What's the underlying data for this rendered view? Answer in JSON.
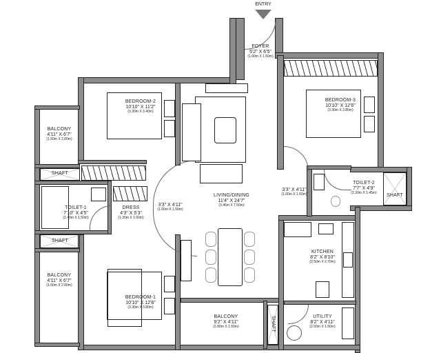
{
  "entry": {
    "label": "ENTRY"
  },
  "rooms": {
    "foyer": {
      "name": "FOYER",
      "dim": "5'2\" X 6'5\"",
      "metric": "(1.60m X 1.50m)"
    },
    "bedroom2": {
      "name": "BEDROOM-2",
      "dim": "10'10\" X 11'2\"",
      "metric": "(3.30m X 3.40m)"
    },
    "bedroom3": {
      "name": "BEDROOM-3",
      "dim": "10'10\" X 12'6\"",
      "metric": "(3.30m X 3.80m)"
    },
    "balcony_top": {
      "name": "BALCONY",
      "dim": "4'11\" X 6'7\"",
      "metric": "(1.50m X 2.00m)"
    },
    "shaft_1": {
      "name": "SHAFT"
    },
    "toilet1": {
      "name": "TOILET-1",
      "dim": "7'10\" X 4'5\"",
      "metric": "(2.40m X 1.50m)"
    },
    "dress": {
      "name": "DRESS",
      "dim": "4'3\" X 5'3\"",
      "metric": "(1.30m X 1.60m)"
    },
    "passage_left": {
      "dim": "3'3\" X 4'11\"",
      "metric": "(1.00m X 1.50m)"
    },
    "living": {
      "name": "LIVING/DINING",
      "dim": "11'4\" X 24'7\"",
      "metric": "(3.46m X 7.50m)"
    },
    "passage_right": {
      "dim": "3'3\" X 4'11\"",
      "metric": "(1.00m X 1.50m)"
    },
    "toilet2": {
      "name": "TOILET-2",
      "dim": "7'7\" X 4'9\"",
      "metric": "(2.30m X 1.45m)"
    },
    "shaft_right": {
      "name": "SHAFT"
    },
    "shaft_2": {
      "name": "SHAFT"
    },
    "balcony_left": {
      "name": "BALCONY",
      "dim": "4'11\" X 6'7\"",
      "metric": "(1.50m X 2.00m)"
    },
    "kitchen": {
      "name": "KITCHEN",
      "dim": "8'2\" X 8'10\"",
      "metric": "(2.50m X 2.70m)"
    },
    "bedroom1": {
      "name": "BEDROOM-1",
      "dim": "10'10\" X 12'6\"",
      "metric": "(3.30m X 3.80m)"
    },
    "balcony_bottom": {
      "name": "BALCONY",
      "dim": "9'2\" X 4'11\"",
      "metric": "(2.80m X 1.50m)"
    },
    "shaft_bottom": {
      "name": "SHAFT"
    },
    "utility": {
      "name": "UTILITY",
      "dim": "8'2\" X 4'11\"",
      "metric": "(2.50m X 1.50m)"
    }
  },
  "colors": {
    "wall": "#8c8c8c",
    "line": "#222222",
    "background": "#ffffff"
  }
}
